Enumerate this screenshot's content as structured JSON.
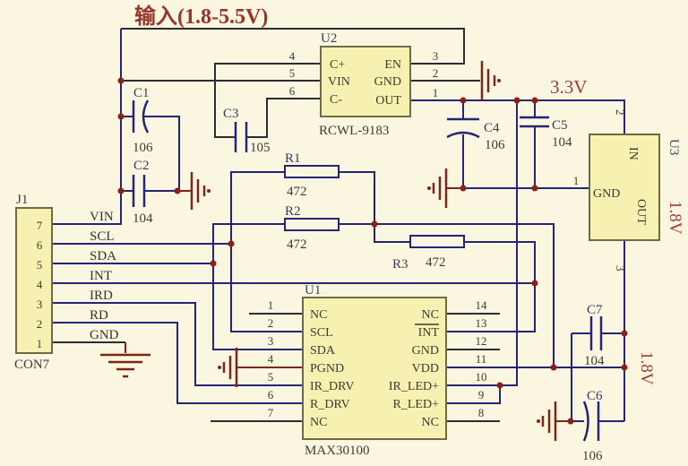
{
  "title": "输入(1.8-5.5V)",
  "power": {
    "v33": "3.3V",
    "v18_rail": "1.8V"
  },
  "u2": {
    "ref": "U2",
    "part": "RCWL-9183",
    "left_pins": [
      {
        "num": "4",
        "name": "C+"
      },
      {
        "num": "5",
        "name": "VIN"
      },
      {
        "num": "6",
        "name": "C-"
      }
    ],
    "right_pins": [
      {
        "num": "3",
        "name": "EN"
      },
      {
        "num": "2",
        "name": "GND"
      },
      {
        "num": "1",
        "name": "OUT"
      }
    ]
  },
  "u1": {
    "ref": "U1",
    "part": "MAX30100",
    "left_pins": [
      {
        "num": "1",
        "name": "NC"
      },
      {
        "num": "2",
        "name": "SCL"
      },
      {
        "num": "3",
        "name": "SDA"
      },
      {
        "num": "4",
        "name": "PGND"
      },
      {
        "num": "5",
        "name": "IR_DRV"
      },
      {
        "num": "6",
        "name": "R_DRV"
      },
      {
        "num": "7",
        "name": "NC"
      }
    ],
    "right_pins": [
      {
        "num": "14",
        "name": "NC"
      },
      {
        "num": "13",
        "name": "INT"
      },
      {
        "num": "12",
        "name": "GND"
      },
      {
        "num": "11",
        "name": "VDD"
      },
      {
        "num": "10",
        "name": "IR_LED+"
      },
      {
        "num": "9",
        "name": "R_LED+"
      },
      {
        "num": "8",
        "name": "NC"
      }
    ]
  },
  "u3": {
    "ref": "U3",
    "part": "1.8V",
    "pins": [
      {
        "num": "2",
        "name": "IN"
      },
      {
        "num": "1",
        "name": "GND"
      },
      {
        "num": "3",
        "name": "OUT"
      }
    ]
  },
  "j1": {
    "ref": "J1",
    "part": "CON7",
    "pins": [
      {
        "num": "7",
        "name": "VIN"
      },
      {
        "num": "6",
        "name": "SCL"
      },
      {
        "num": "5",
        "name": "SDA"
      },
      {
        "num": "4",
        "name": "INT"
      },
      {
        "num": "3",
        "name": "IRD"
      },
      {
        "num": "2",
        "name": "RD"
      },
      {
        "num": "1",
        "name": "GND"
      }
    ]
  },
  "capacitors": [
    {
      "ref": "C1",
      "value": "106"
    },
    {
      "ref": "C2",
      "value": "104"
    },
    {
      "ref": "C3",
      "value": "105"
    },
    {
      "ref": "C4",
      "value": "106"
    },
    {
      "ref": "C5",
      "value": "104"
    },
    {
      "ref": "C6",
      "value": "106"
    },
    {
      "ref": "C7",
      "value": "104"
    }
  ],
  "resistors": [
    {
      "ref": "R1",
      "value": "472"
    },
    {
      "ref": "R2",
      "value": "472"
    },
    {
      "ref": "R3",
      "value": "472"
    }
  ],
  "colors": {
    "wire": "#242478",
    "wire_dark": "#2b2b33",
    "ground": "#7c2616",
    "junction": "#8c2017",
    "ic_fill": "#f6f1b0",
    "ic_border": "#6e6a45",
    "accent_red": "#a03a30"
  }
}
